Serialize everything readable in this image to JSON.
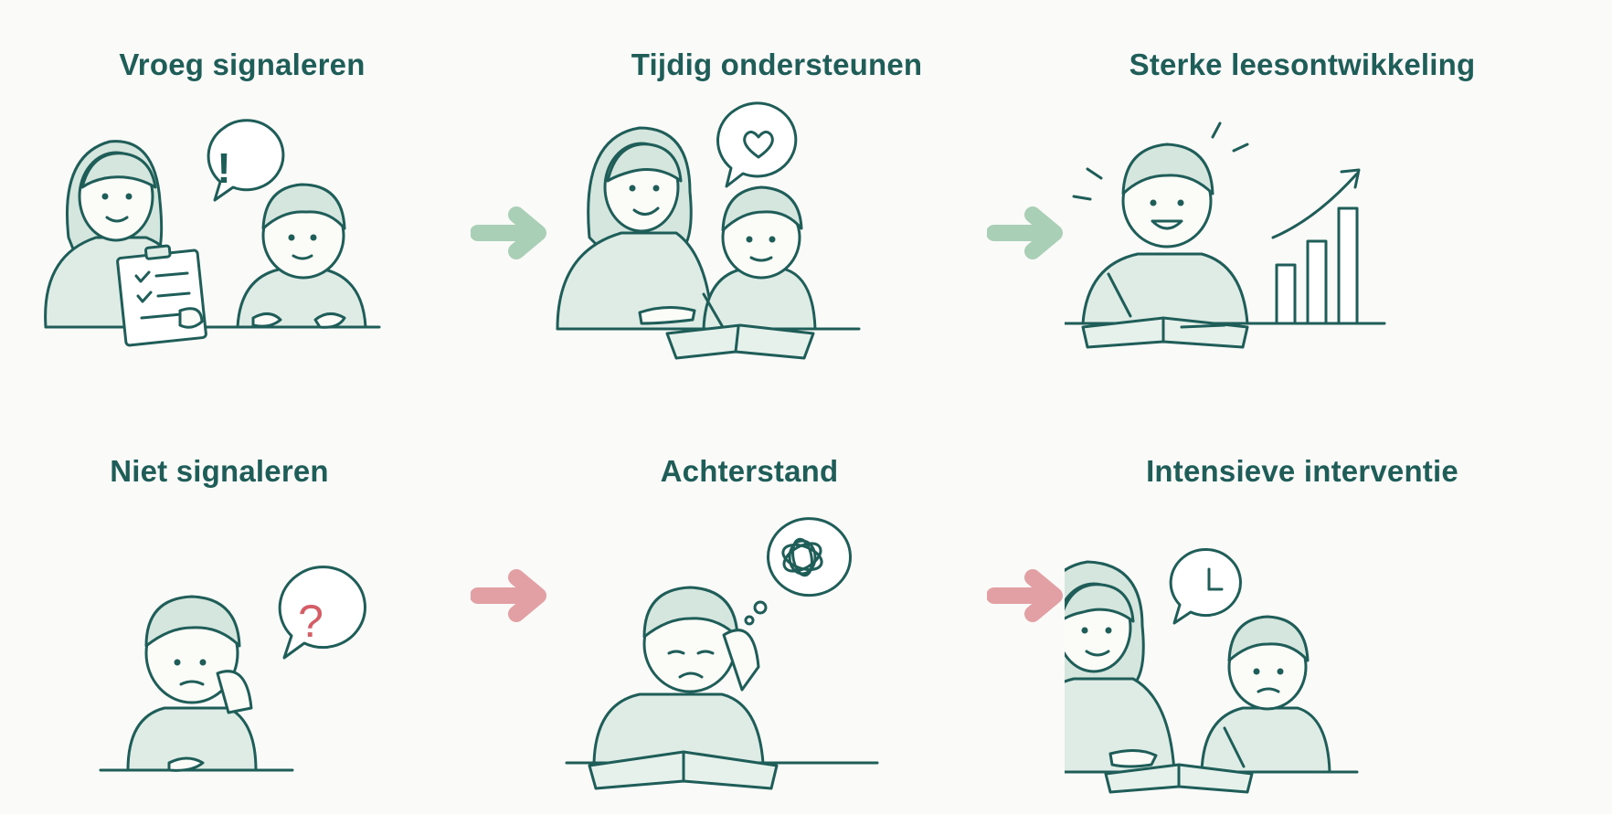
{
  "panels": {
    "top": [
      {
        "title": "Vroeg signaleren"
      },
      {
        "title": "Tijdig ondersteunen"
      },
      {
        "title": "Sterke leesontwikkeling"
      }
    ],
    "bottom": [
      {
        "title": "Niet signaleren"
      },
      {
        "title": "Achterstand"
      },
      {
        "title": "Intensieve interventie"
      }
    ]
  },
  "bubbles": {
    "exclamation": "!",
    "question": "?"
  },
  "colors": {
    "ink": "#1f5d59",
    "positive_arrow": "#a9cfb6",
    "negative_arrow": "#e3a0a4",
    "question_mark": "#d45d66"
  }
}
